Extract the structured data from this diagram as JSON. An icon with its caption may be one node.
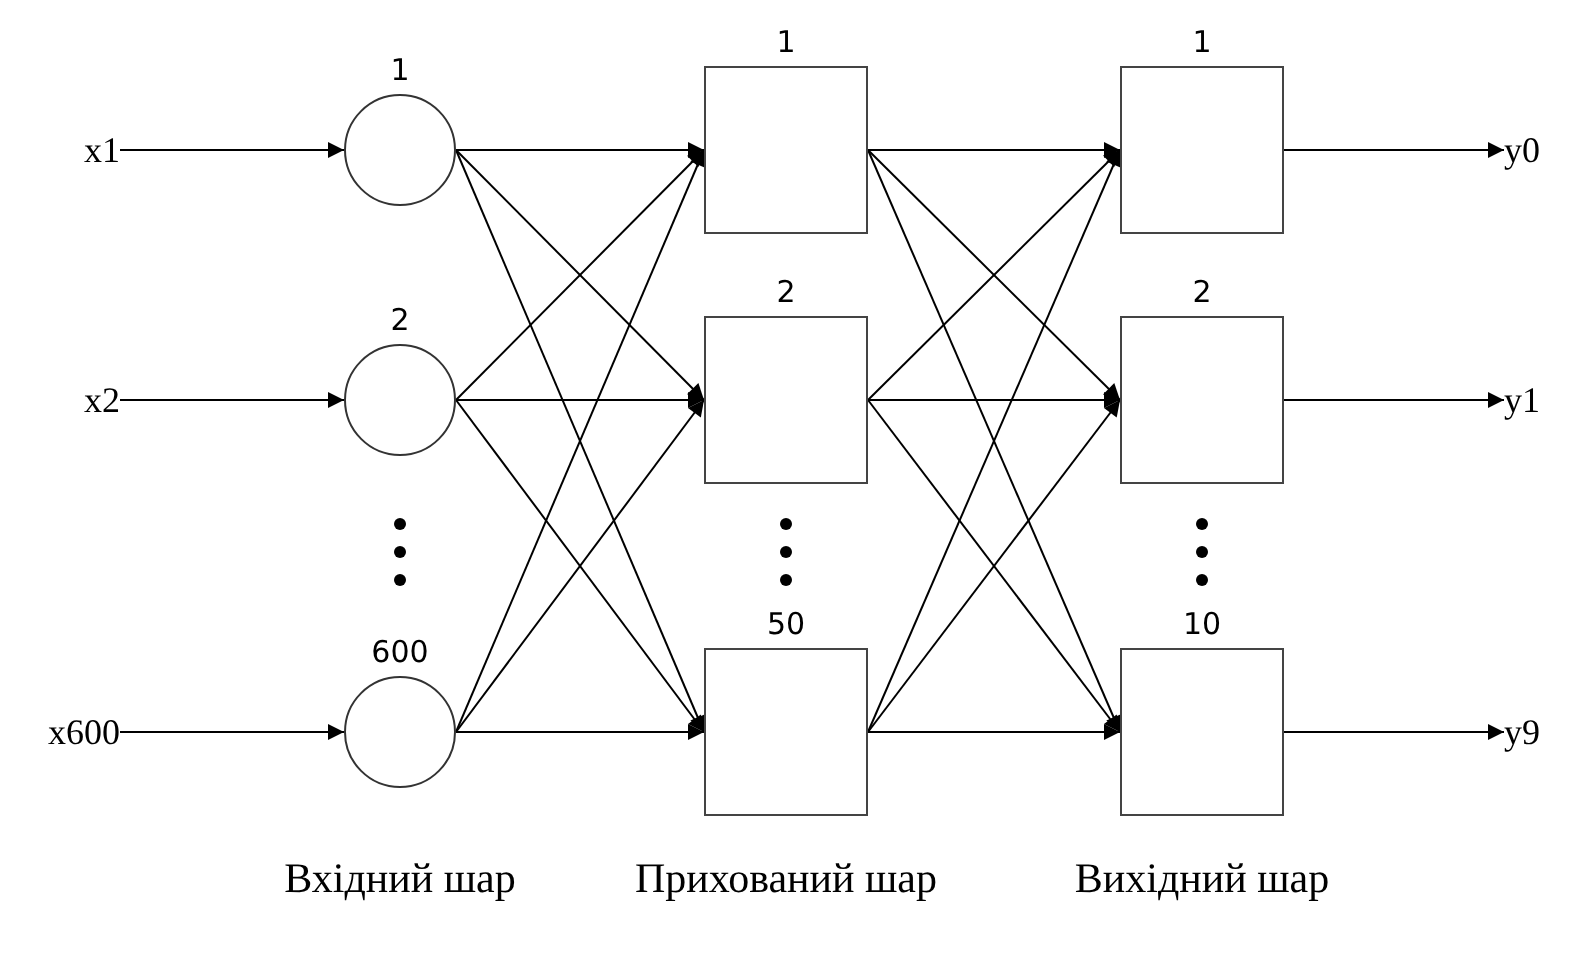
{
  "diagram": {
    "nodes": [
      {
        "text": [
          "x1"
        ]
      },
      {
        "text": [
          "x2"
        ]
      },
      {
        "text": [
          "x600"
        ]
      },
      {
        "text": [
          "1"
        ]
      },
      {
        "text": [
          "2"
        ]
      },
      {
        "text": [
          "600"
        ]
      },
      {
        "text": [
          "1"
        ]
      },
      {
        "text": [
          "2"
        ]
      },
      {
        "text": [
          "50"
        ]
      },
      {
        "text": [
          "1"
        ]
      },
      {
        "text": [
          "2"
        ]
      },
      {
        "text": [
          "10"
        ]
      },
      {
        "text": [
          "y0"
        ]
      },
      {
        "text": [
          "y1"
        ]
      },
      {
        "text": [
          "y9"
        ]
      }
    ],
    "edges": [
      {
        "from": 0,
        "to": 3,
        "arrow": "to"
      },
      {
        "from": 1,
        "to": 4,
        "arrow": "to"
      },
      {
        "from": 2,
        "to": 5,
        "arrow": "to"
      },
      {
        "from": 3,
        "to": 6,
        "arrow": "to"
      },
      {
        "from": 3,
        "to": 7,
        "arrow": "to"
      },
      {
        "from": 3,
        "to": 8,
        "arrow": "to"
      },
      {
        "from": 4,
        "to": 6,
        "arrow": "to"
      },
      {
        "from": 4,
        "to": 7,
        "arrow": "to"
      },
      {
        "from": 4,
        "to": 8,
        "arrow": "to"
      },
      {
        "from": 5,
        "to": 6,
        "arrow": "to"
      },
      {
        "from": 5,
        "to": 7,
        "arrow": "to"
      },
      {
        "from": 5,
        "to": 8,
        "arrow": "to"
      },
      {
        "from": 6,
        "to": 9,
        "arrow": "to"
      },
      {
        "from": 6,
        "to": 10,
        "arrow": "to"
      },
      {
        "from": 6,
        "to": 11,
        "arrow": "to"
      },
      {
        "from": 7,
        "to": 9,
        "arrow": "to"
      },
      {
        "from": 7,
        "to": 10,
        "arrow": "to"
      },
      {
        "from": 7,
        "to": 11,
        "arrow": "to"
      },
      {
        "from": 8,
        "to": 9,
        "arrow": "to"
      },
      {
        "from": 8,
        "to": 10,
        "arrow": "to"
      },
      {
        "from": 8,
        "to": 11,
        "arrow": "to"
      },
      {
        "from": 9,
        "to": 12,
        "arrow": "to"
      },
      {
        "from": 10,
        "to": 13,
        "arrow": "to"
      },
      {
        "from": 11,
        "to": 14,
        "arrow": "to"
      }
    ],
    "labels": [
      "Вхідний шар",
      "Прихований шар",
      "Вихідний шар"
    ]
  }
}
